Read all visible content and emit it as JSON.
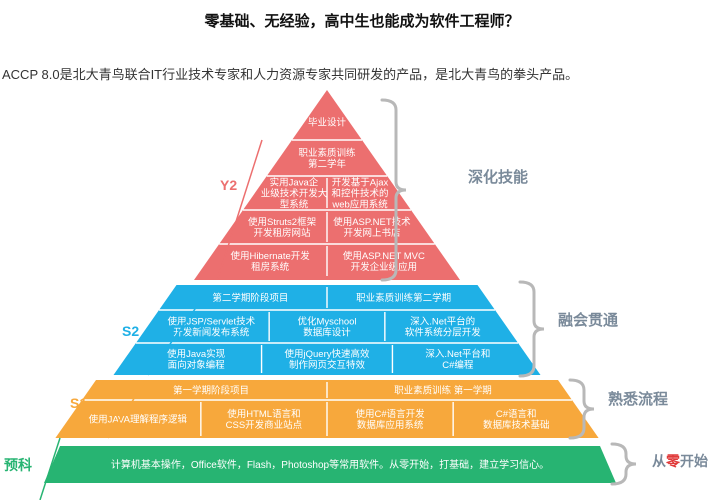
{
  "title": "零基础、无经验，高中生也能成为软件工程师？",
  "intro": "ACCP 8.0是北大青鸟联合IT行业技术专家和人力资源专家共同研发的产品，是北大青鸟的拳头产品。",
  "colors": {
    "red": "#ec6f6f",
    "blue": "#1fb0e6",
    "orange": "#f7a83c",
    "green": "#27b472",
    "side": "#7a8a9a"
  },
  "stages": {
    "y2": {
      "label": "Y2",
      "side": "深化技能",
      "rows": [
        [
          "毕业设计"
        ],
        [
          "职业素质训练\n第二学年"
        ],
        [
          "实用Java企\n业级技术开发大\n型系统",
          "开发基于Ajax\n和控件技术的\nweb应用系统"
        ],
        [
          "使用Struts2框架\n开发租房网站",
          "使用ASP.NET技术\n开发网上书店"
        ],
        [
          "使用Hibernate开发\n租房系统",
          "使用ASP.NET MVC\n开发企业级应用"
        ]
      ]
    },
    "s2": {
      "label": "S2",
      "side": "融会贯通",
      "rows": [
        [
          "第二学期阶段项目",
          "职业素质训练第二学期"
        ],
        [
          "使用JSP/Servlet技术\n开发新闻发布系统",
          "优化Myschool\n数据库设计",
          "深入.Net平台的\n软件系统分层开发"
        ],
        [
          "使用Java实现\n面向对象编程",
          "使用jQuery快速高效\n制作网页交互特效",
          "深入.Net平台和\nC#编程"
        ]
      ]
    },
    "s1": {
      "label": "S1",
      "side": "熟悉流程",
      "rows": [
        [
          "第一学期阶段项目",
          "职业素质训练 第一学期"
        ],
        [
          "使用JAVA理解程序逻辑",
          "使用HTML语言和\nCSS开发商业站点",
          "使用C#语言开发\n数据库应用系统",
          "C#语言和\n数据库技术基础"
        ]
      ]
    },
    "pre": {
      "label": "预科",
      "side_prefix": "从",
      "side_highlight": "零",
      "side_suffix": "开始",
      "rows": [
        [
          "计算机基本操作，Office软件，Flash，Photoshop等常用软件。从零开始，打基础，建立学习信心。"
        ]
      ]
    }
  }
}
